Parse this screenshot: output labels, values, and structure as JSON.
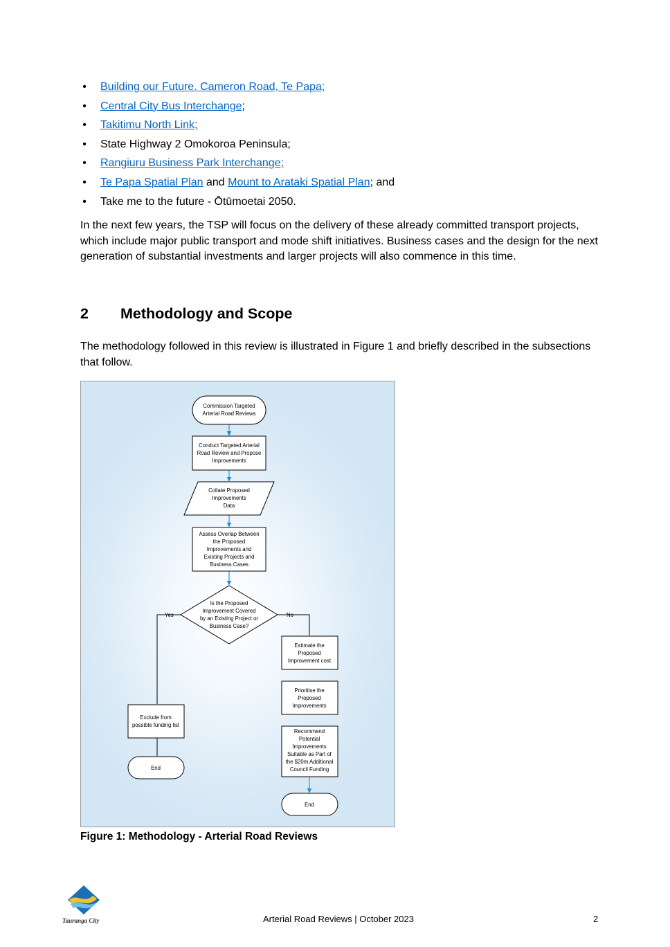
{
  "bullets": [
    {
      "link": "Building our Future. Cameron Road, Te Papa;",
      "tail": ""
    },
    {
      "link": "Central City Bus Interchange",
      "tail": ";"
    },
    {
      "link": "Takitimu North Link;",
      "tail": ""
    },
    {
      "text": "State Highway 2 Omokoroa Peninsula;"
    },
    {
      "link": "Rangiuru Business Park Interchange;",
      "tail": ""
    },
    {
      "link": "Te Papa Spatial Plan",
      "mid": " and ",
      "link2": "Mount to Arataki Spatial Plan",
      "tail": "; and"
    },
    {
      "text": "Take me to the future - Ōtūmoetai 2050."
    }
  ],
  "bullet_symbol": "•",
  "paragraph1": "In the next few years, the TSP will focus on the delivery of these already committed transport projects, which include major public transport and mode shift initiatives. Business cases and the design for the next generation of substantial investments and larger projects will also commence in this time.",
  "section": {
    "number": "2",
    "title": "Methodology and Scope"
  },
  "paragraph2": "The methodology followed in this review is illustrated in Figure 1 and briefly described in the subsections that follow.",
  "flowchart": {
    "start": [
      "Commission Targeted",
      "Arterial Road Reviews"
    ],
    "step1": [
      "Conduct Targeted Arterial",
      "Road Review and Propose",
      "Improvements"
    ],
    "data": [
      "Collate Proposed",
      "Improvements",
      "Data"
    ],
    "step2": [
      "Assess Overlap Between",
      "the Proposed",
      "Improvements and",
      "Existing Projects and",
      "Business Cases"
    ],
    "decision": [
      "Is the Proposed",
      "Improvement Covered",
      "by an Existing Project or",
      "Business Case?"
    ],
    "yes_label": "Yes",
    "no_label": "No",
    "estimate": [
      "Estimate the",
      "Proposed",
      "Improvement cost"
    ],
    "prioritise": [
      "Prioritise the",
      "Proposed",
      "Improvements"
    ],
    "recommend": [
      "Recommend",
      "Potential",
      "Improvements",
      "Suitable as Part of",
      "the $20m Additional",
      "Council Funding"
    ],
    "exclude": [
      "Exclude from",
      "possible funding list"
    ],
    "end_left": "End",
    "end_right": "End",
    "line_color": "#1f8dd6"
  },
  "caption": "Figure 1: Methodology - Arterial Road Reviews",
  "logo_text": "Tauranga City",
  "footer": {
    "center": "Arterial Road Reviews | October 2023",
    "page": "2"
  }
}
